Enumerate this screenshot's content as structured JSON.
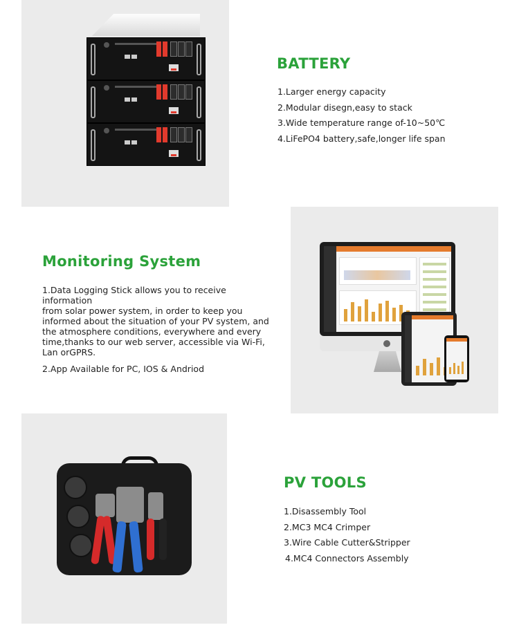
{
  "battery": {
    "title": "BATTERY",
    "items": [
      "1.Larger energy capacity",
      "2.Modular disegn,easy to stack",
      "3.Wide temperature range of-10~50℃",
      "4.LiFePO4 battery,safe,longer life span"
    ]
  },
  "monitoring": {
    "title": "Monitoring System",
    "paragraph1_lines": [
      "1.Data Logging Stick allows you to receive information",
      "from solar power system, in order to keep you",
      "informed about the situation of your PV system, and",
      "the atmosphere conditions, everywhere and every",
      "time,thanks to our web server, accessible via Wi-Fi,",
      "Lan orGPRS."
    ],
    "paragraph2": "2.App Available for PC, IOS & Andriod"
  },
  "pv_tools": {
    "title": "PV TOOLS",
    "items": [
      "1.Disassembly Tool",
      "2.MC3 MC4 Crimper",
      "3.Wire Cable Cutter&Stripper",
      "4.MC4 Connectors Assembly"
    ]
  },
  "colors": {
    "heading_green": "#2ba23a",
    "panel_gray": "#ebebeb"
  }
}
